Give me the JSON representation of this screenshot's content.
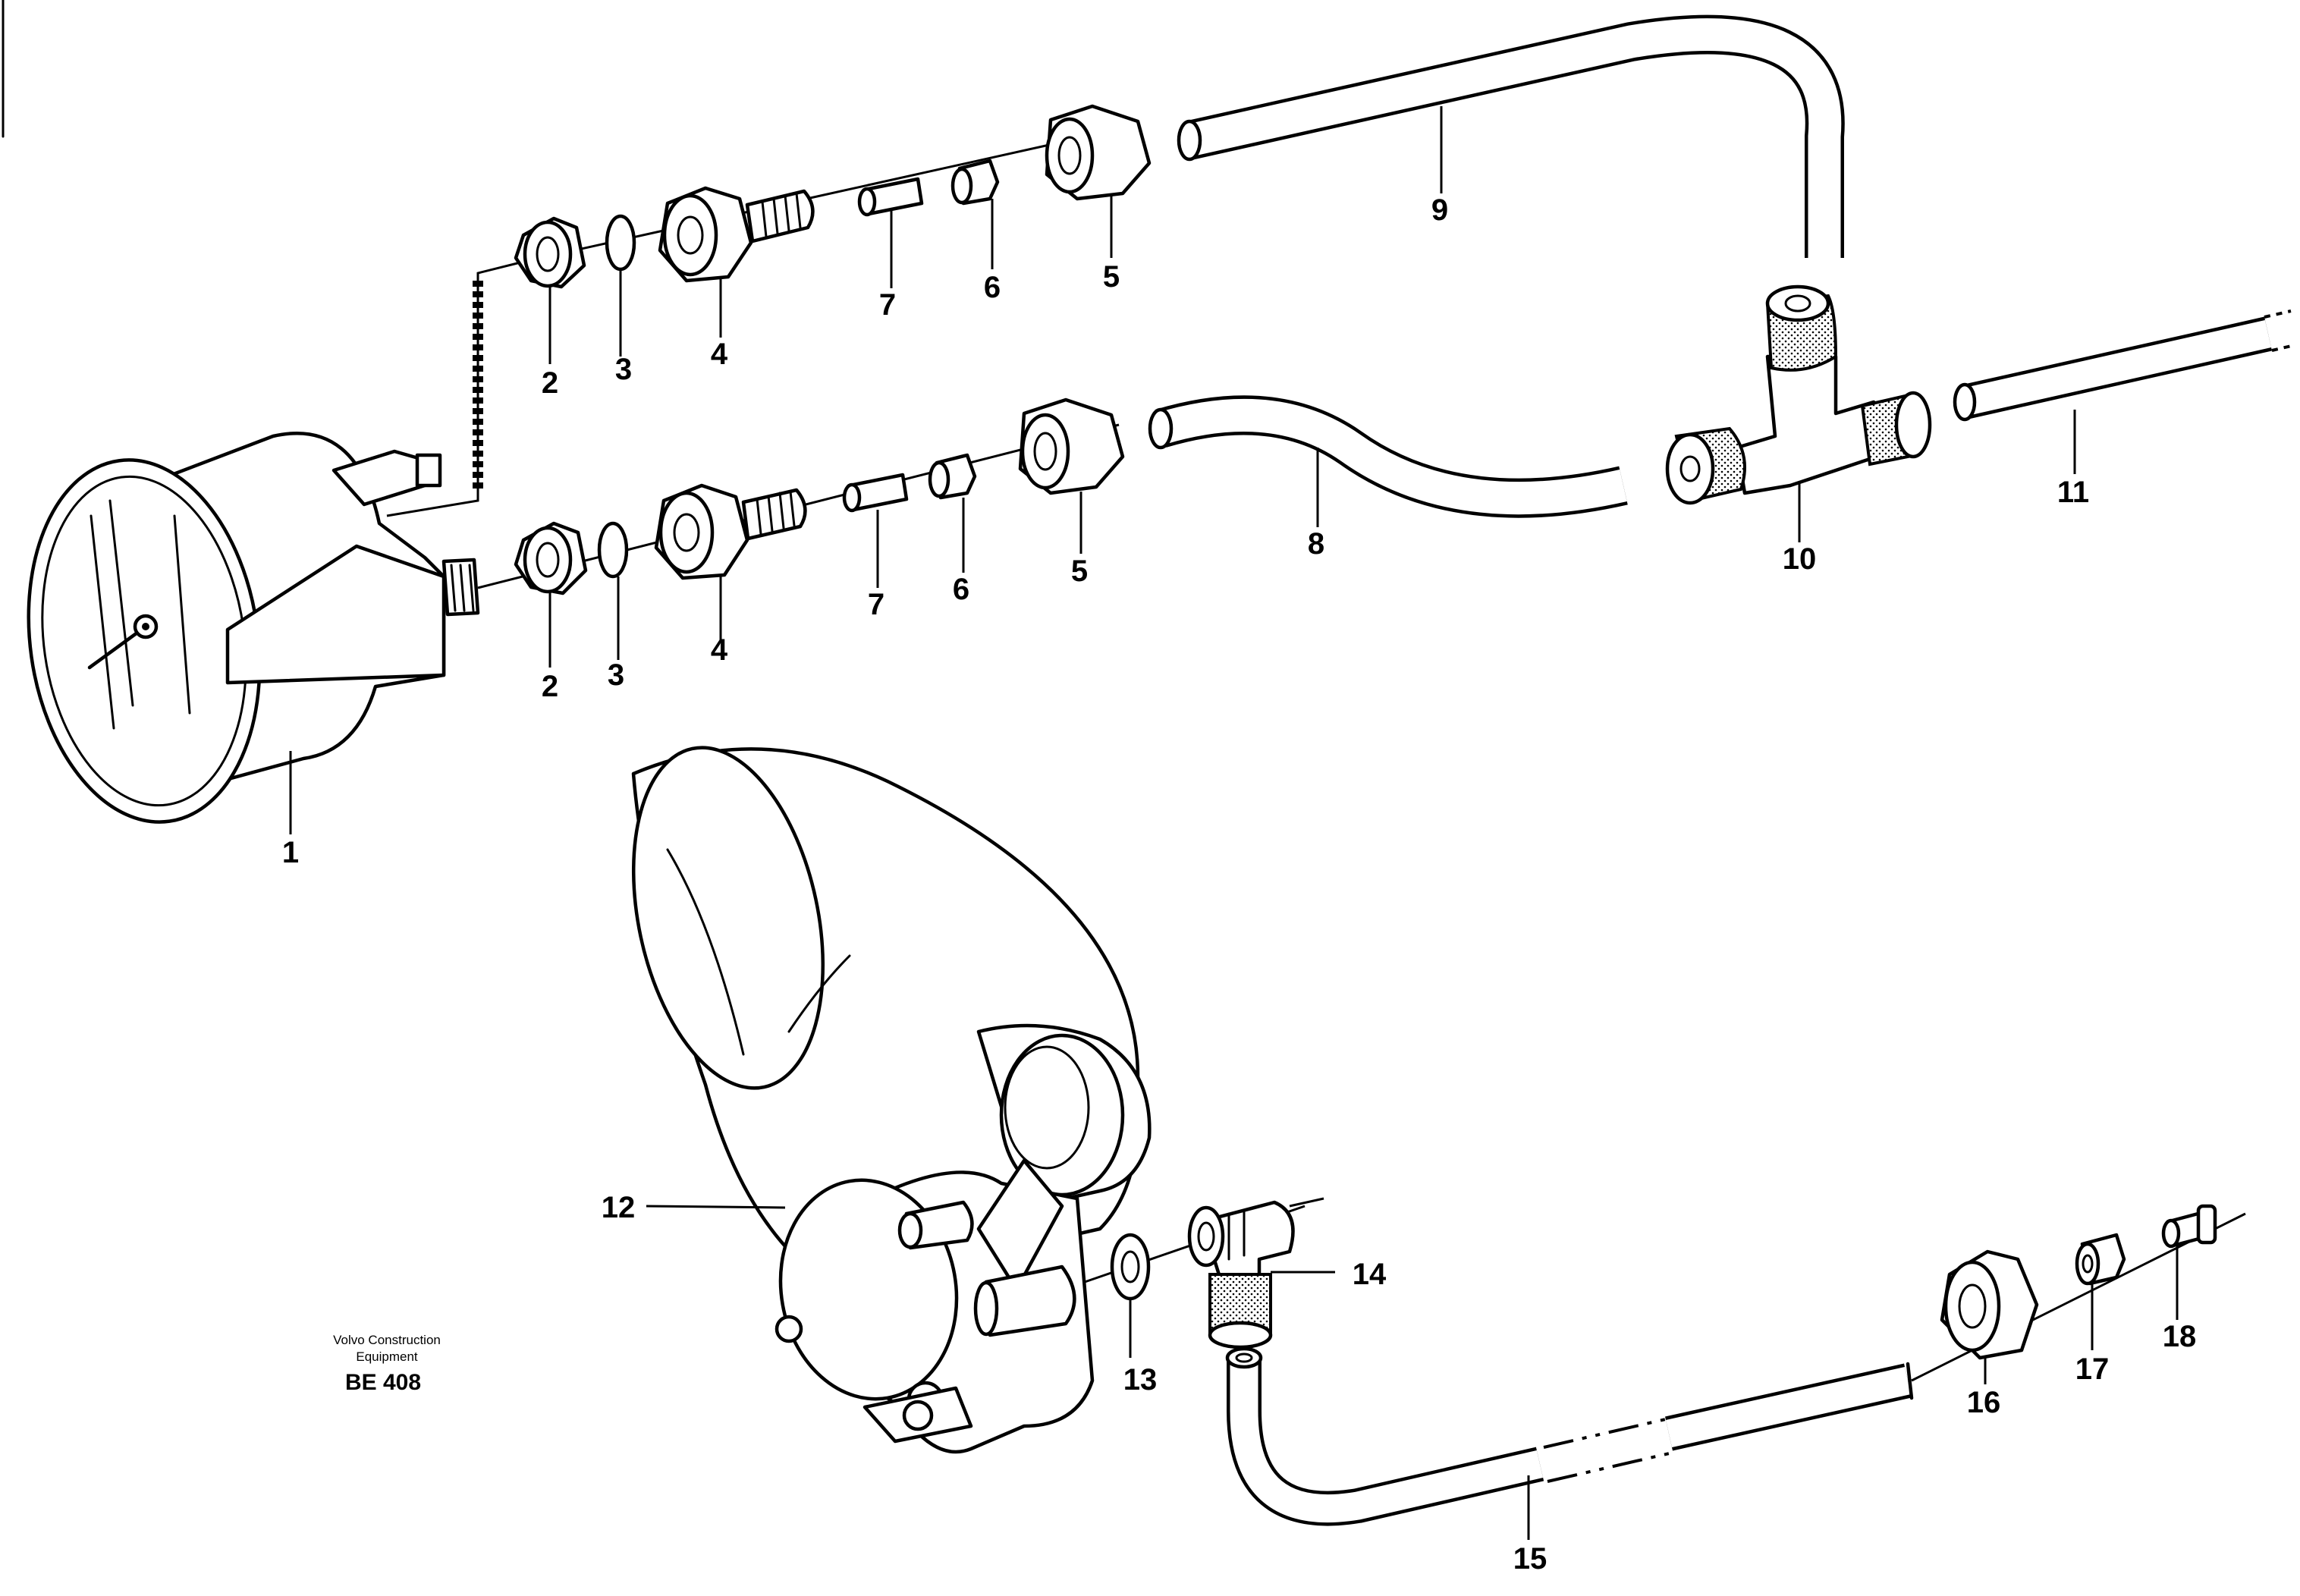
{
  "callouts": {
    "c1": "1",
    "c2a": "2",
    "c2b": "2",
    "c3a": "3",
    "c3b": "3",
    "c4a": "4",
    "c4b": "4",
    "c5a": "5",
    "c5b": "5",
    "c6a": "6",
    "c6b": "6",
    "c7a": "7",
    "c7b": "7",
    "c8": "8",
    "c9": "9",
    "c10": "10",
    "c11": "11",
    "c12": "12",
    "c13": "13",
    "c14": "14",
    "c15": "15",
    "c16": "16",
    "c17": "17",
    "c18": "18"
  },
  "caption": {
    "line1": "Volvo Construction",
    "line2": "Equipment",
    "code": "BE 408"
  }
}
